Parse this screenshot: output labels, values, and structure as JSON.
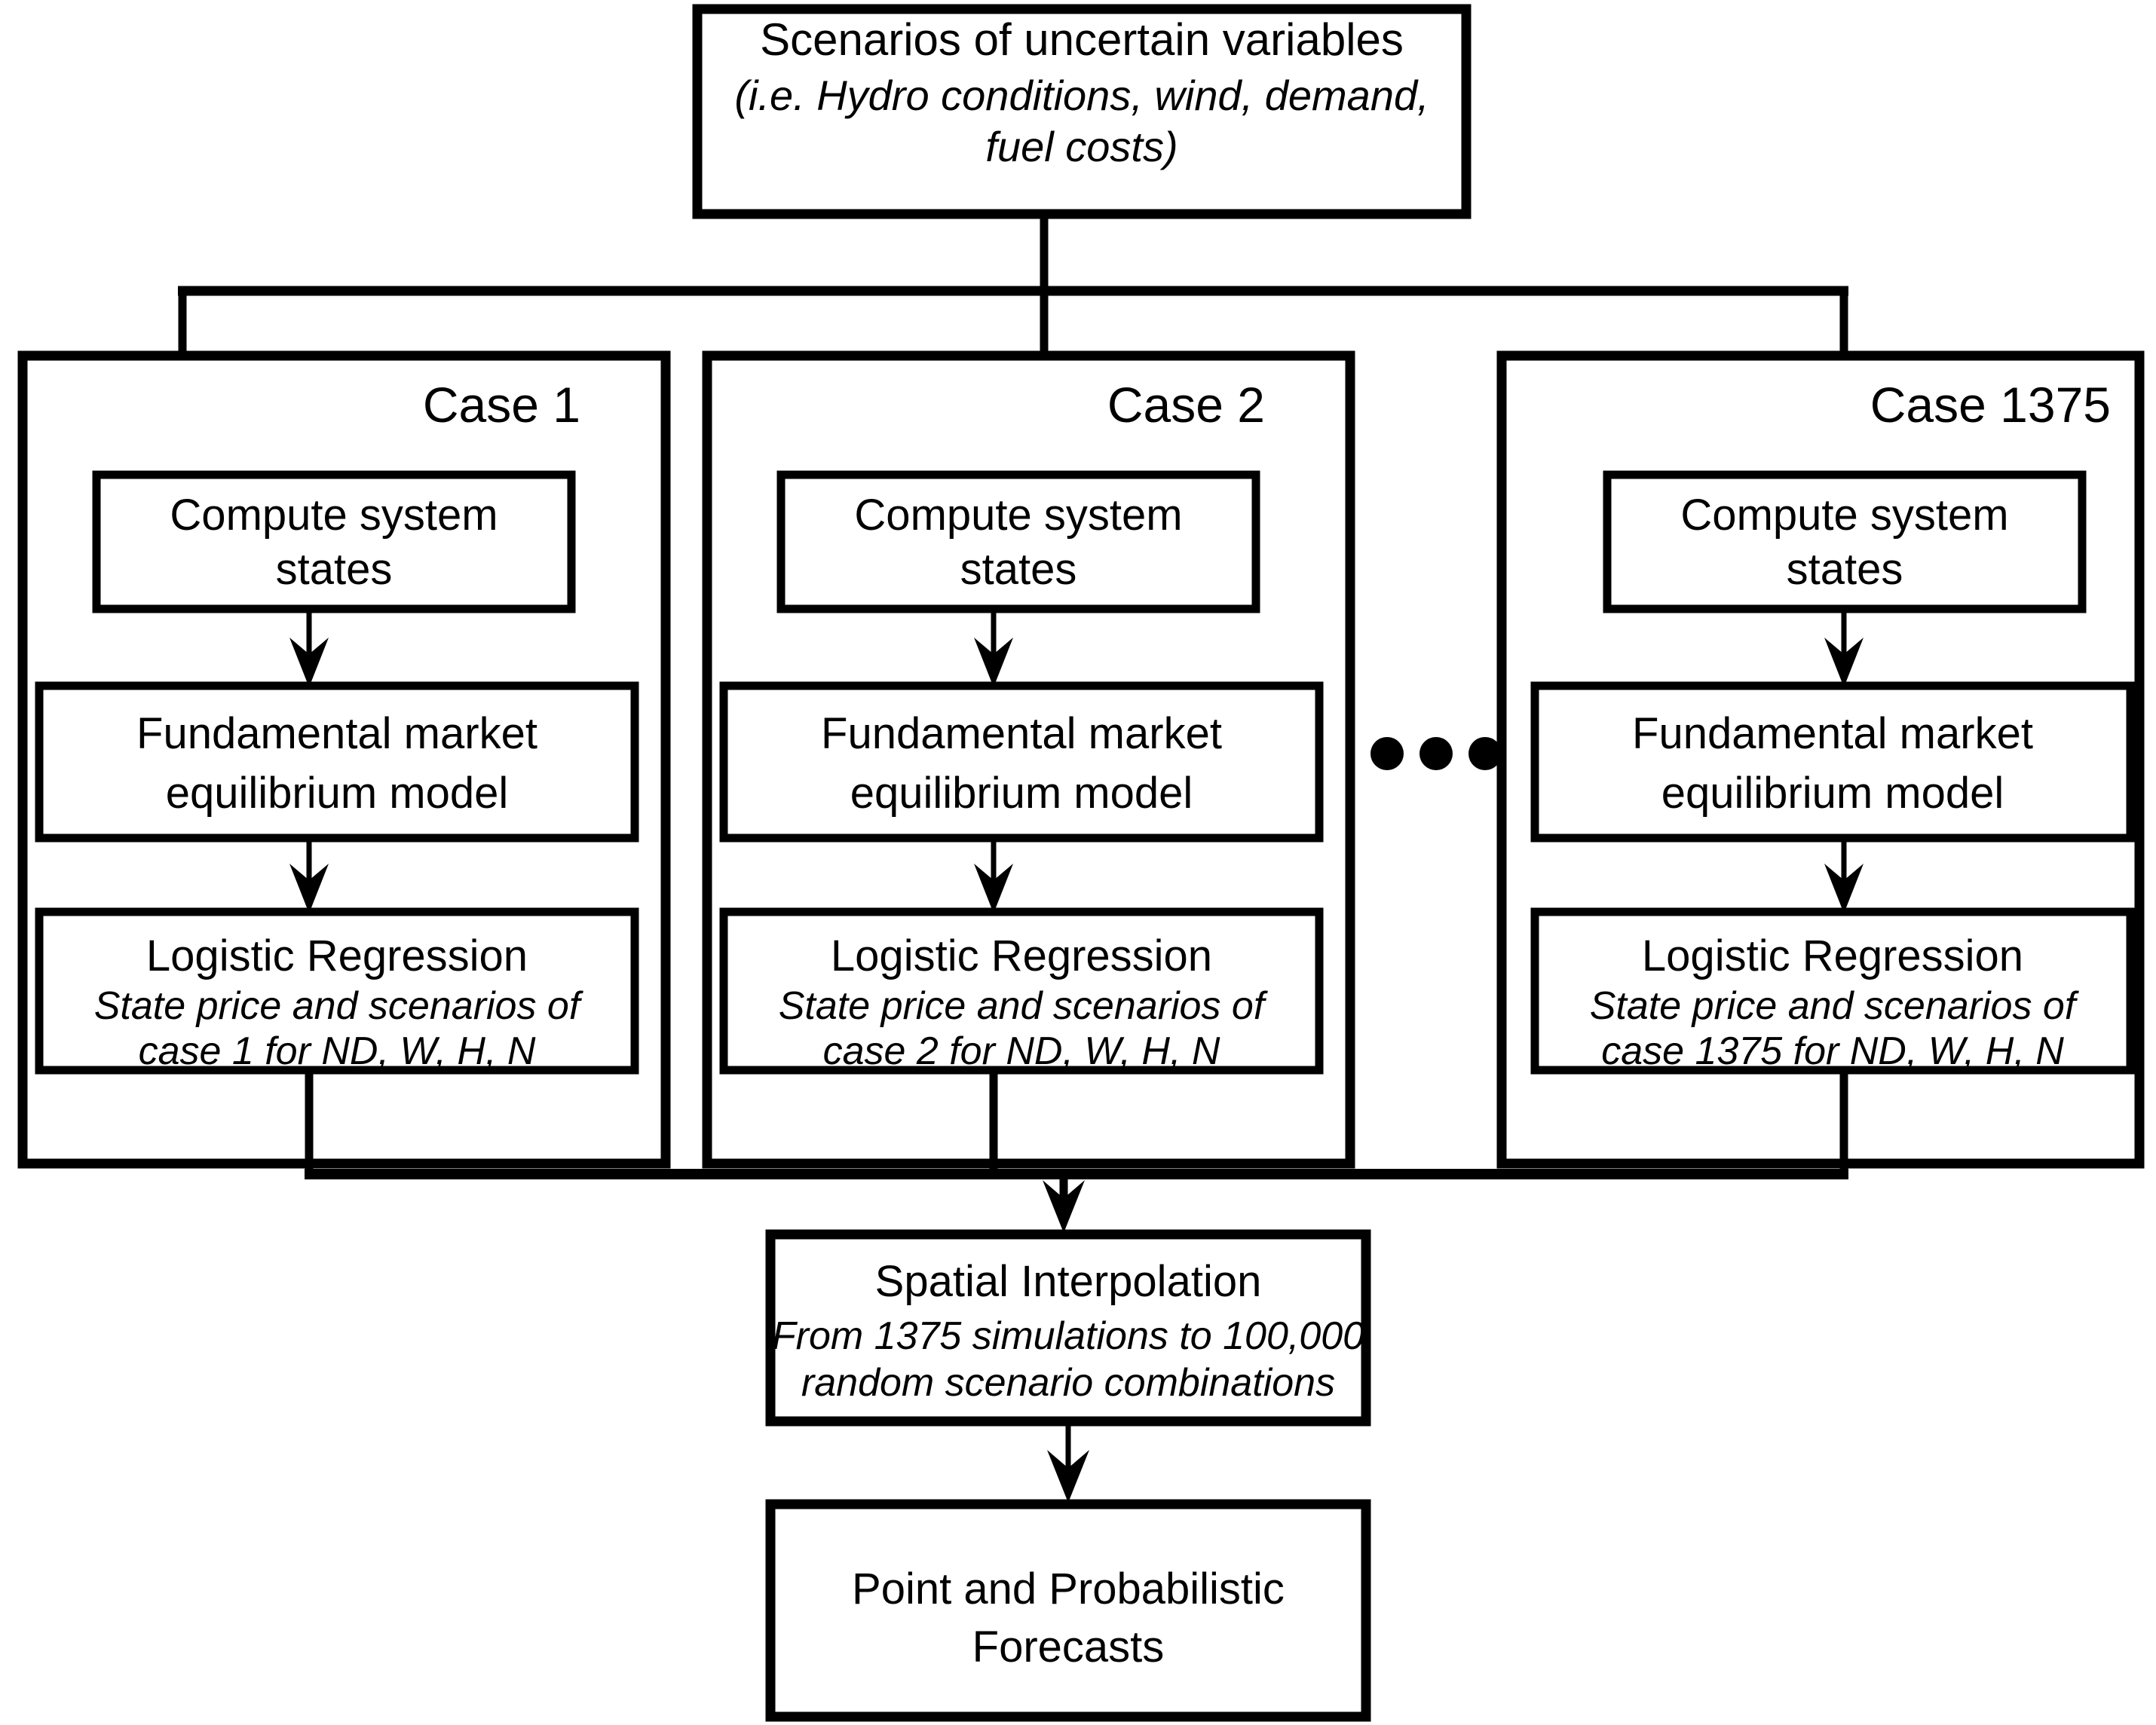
{
  "diagram": {
    "title": "Scenario-based probabilistic electricity price forecasting workflow",
    "colors": {
      "stroke": "#000000",
      "fill": "#ffffff",
      "text": "#000000"
    }
  },
  "top_box": {
    "title": "Scenarios of uncertain variables",
    "subtitle_line1": "(i.e. Hydro conditions, wind, demand,",
    "subtitle_line2": "fuel costs)"
  },
  "cases": [
    {
      "label": "Case 1",
      "compute_line1": "Compute system",
      "compute_line2": "states",
      "model_line1": "Fundamental market",
      "model_line2": "equilibrium model",
      "regression_title": "Logistic Regression",
      "regression_line1": "State price and scenarios of",
      "regression_line2": "case 1 for ND, W, H, N"
    },
    {
      "label": "Case 2",
      "compute_line1": "Compute system",
      "compute_line2": "states",
      "model_line1": "Fundamental market",
      "model_line2": "equilibrium model",
      "regression_title": "Logistic Regression",
      "regression_line1": "State price and scenarios of",
      "regression_line2": "case 2 for ND, W, H, N"
    },
    {
      "label": "Case 1375",
      "compute_line1": "Compute system",
      "compute_line2": "states",
      "model_line1": "Fundamental market",
      "model_line2": "equilibrium model",
      "regression_title": "Logistic Regression",
      "regression_line1": "State price and scenarios of",
      "regression_line2": "case 1375 for ND, W, H, N"
    }
  ],
  "ellipsis": "• • •",
  "spatial_box": {
    "title": "Spatial Interpolation",
    "line1": "From 1375 simulations to 100,000",
    "line2": "random scenario combinations"
  },
  "output_box": {
    "line1": "Point and Probabilistic",
    "line2": "Forecasts"
  }
}
